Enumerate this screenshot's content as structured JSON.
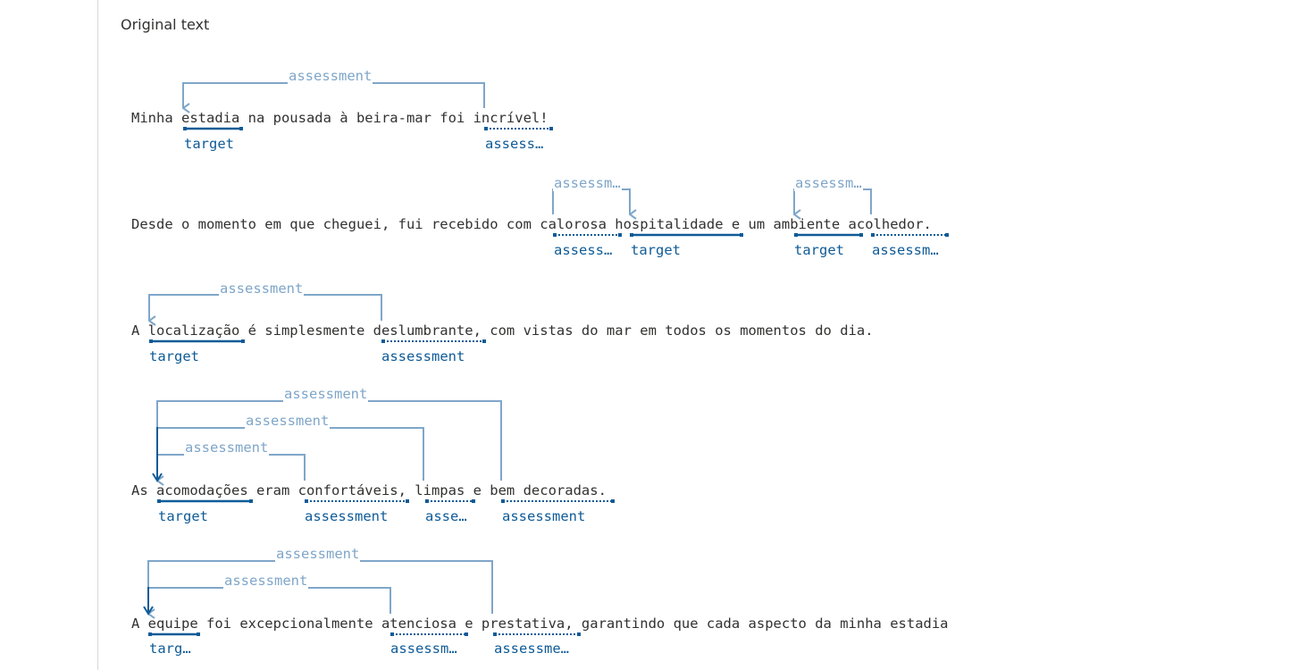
{
  "heading": "Original text",
  "sentences": [
    {
      "text": "Minha estadia na pousada à beira-mar foi incrível!",
      "tags": [
        "target",
        "assess…"
      ],
      "arcs": [
        "assessment"
      ]
    },
    {
      "text": "Desde o momento em que cheguei, fui recebido com calorosa hospitalidade e um ambiente acolhedor.",
      "tags": [
        "assess…",
        "target",
        "target",
        "assessm…"
      ],
      "arcs": [
        "assessm…",
        "assessm…"
      ]
    },
    {
      "text": "A localização é simplesmente deslumbrante, com vistas do mar em todos os momentos do dia.",
      "tags": [
        "target",
        "assessment"
      ],
      "arcs": [
        "assessment"
      ]
    },
    {
      "text": "As acomodações eram confortáveis, limpas e bem decoradas.",
      "tags": [
        "target",
        "assessment",
        "asse…",
        "assessment"
      ],
      "arcs": [
        "assessment",
        "assessment",
        "assessment"
      ]
    },
    {
      "text": "A equipe foi excepcionalmente atenciosa e prestativa, garantindo que cada aspecto da minha estadia",
      "tags": [
        "targ…",
        "assessm…",
        "assessme…"
      ],
      "arcs": [
        "assessment",
        "assessment"
      ]
    }
  ],
  "colors": {
    "target": "#0f5b97",
    "arc": "#7fa6c9",
    "text": "#323130",
    "border": "#d6d6d6"
  }
}
